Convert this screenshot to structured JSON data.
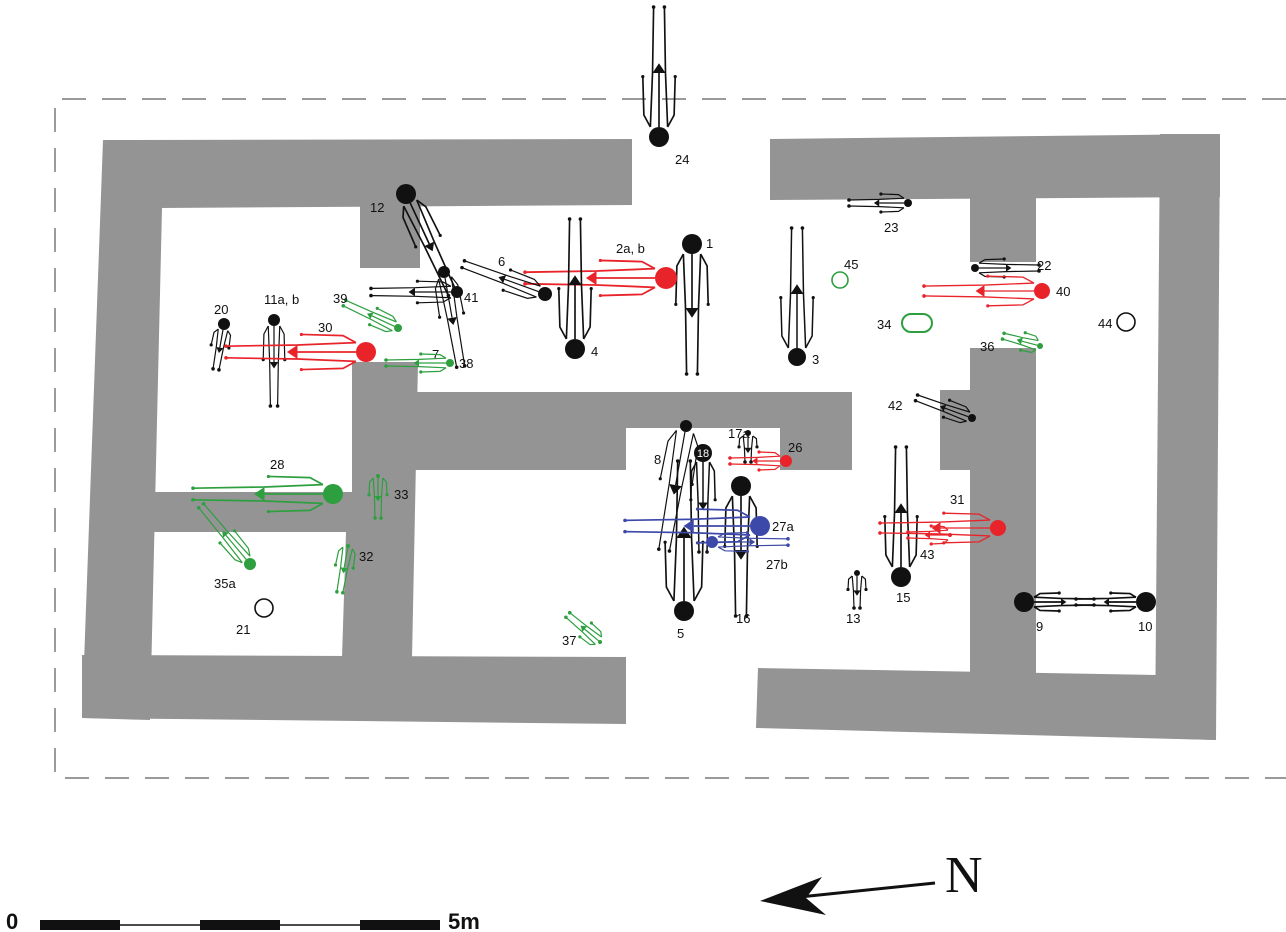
{
  "colors": {
    "wall": "#949494",
    "black": "#111111",
    "red": "#e8242a",
    "green": "#2d9f3f",
    "blue": "#3d49a8",
    "dash": "#9a9a9a"
  },
  "north_label": "N",
  "scale_bar": {
    "start_label": "0",
    "end_label": "5m",
    "segments": 5
  },
  "burials": [
    {
      "id": "b1",
      "label": "1",
      "color": "black",
      "style": "full"
    },
    {
      "id": "b2",
      "label": "2a, b",
      "color": "red",
      "style": "full"
    },
    {
      "id": "b3",
      "label": "3",
      "color": "black",
      "style": "full"
    },
    {
      "id": "b4",
      "label": "4",
      "color": "black",
      "style": "full"
    },
    {
      "id": "b5",
      "label": "5",
      "color": "black",
      "style": "full"
    },
    {
      "id": "b6",
      "label": "6",
      "color": "black",
      "style": "full"
    },
    {
      "id": "b7",
      "label": "7",
      "color": "black",
      "style": "full"
    },
    {
      "id": "b8",
      "label": "8",
      "color": "black",
      "style": "full"
    },
    {
      "id": "b9",
      "label": "9",
      "color": "black",
      "style": "full"
    },
    {
      "id": "b10",
      "label": "10",
      "color": "black",
      "style": "full"
    },
    {
      "id": "b11",
      "label": "11a, b",
      "color": "black",
      "style": "full"
    },
    {
      "id": "b12",
      "label": "12",
      "color": "black",
      "style": "full"
    },
    {
      "id": "b13",
      "label": "13",
      "color": "black",
      "style": "small"
    },
    {
      "id": "b15",
      "label": "15",
      "color": "black",
      "style": "full"
    },
    {
      "id": "b16",
      "label": "16",
      "color": "black",
      "style": "full"
    },
    {
      "id": "b17",
      "label": "17a",
      "color": "black",
      "style": "small"
    },
    {
      "id": "b18",
      "label": "18",
      "color": "black",
      "style": "head"
    },
    {
      "id": "b20",
      "label": "20",
      "color": "black",
      "style": "flexed"
    },
    {
      "id": "b21",
      "label": "21",
      "color": "black",
      "style": "ring"
    },
    {
      "id": "b22",
      "label": "22",
      "color": "black",
      "style": "partial"
    },
    {
      "id": "b23",
      "label": "23",
      "color": "black",
      "style": "partial"
    },
    {
      "id": "b24",
      "label": "24",
      "color": "black",
      "style": "full"
    },
    {
      "id": "b26",
      "label": "26",
      "color": "red",
      "style": "partial"
    },
    {
      "id": "b27a",
      "label": "27a",
      "color": "blue",
      "style": "full"
    },
    {
      "id": "b27b",
      "label": "27b",
      "color": "blue",
      "style": "partial"
    },
    {
      "id": "b28",
      "label": "28",
      "color": "green",
      "style": "full"
    },
    {
      "id": "b30",
      "label": "30",
      "color": "red",
      "style": "full"
    },
    {
      "id": "b31",
      "label": "31",
      "color": "red",
      "style": "full"
    },
    {
      "id": "b32",
      "label": "32",
      "color": "green",
      "style": "partial"
    },
    {
      "id": "b33",
      "label": "33",
      "color": "green",
      "style": "partial"
    },
    {
      "id": "b34",
      "label": "34",
      "color": "green",
      "style": "oval"
    },
    {
      "id": "b35a",
      "label": "35a",
      "color": "green",
      "style": "full"
    },
    {
      "id": "b36",
      "label": "36",
      "color": "green",
      "style": "partial"
    },
    {
      "id": "b37",
      "label": "37",
      "color": "green",
      "style": "partial"
    },
    {
      "id": "b38",
      "label": "38",
      "color": "green",
      "style": "partial"
    },
    {
      "id": "b39",
      "label": "39",
      "color": "green",
      "style": "partial"
    },
    {
      "id": "b40",
      "label": "40",
      "color": "red",
      "style": "full"
    },
    {
      "id": "b41",
      "label": "41",
      "color": "black",
      "style": "partial"
    },
    {
      "id": "b42",
      "label": "42",
      "color": "black",
      "style": "partial"
    },
    {
      "id": "b43",
      "label": "43",
      "color": "red",
      "style": "partial"
    },
    {
      "id": "b44",
      "label": "44",
      "color": "black",
      "style": "ring"
    },
    {
      "id": "b45",
      "label": "45",
      "color": "green",
      "style": "ring"
    }
  ]
}
